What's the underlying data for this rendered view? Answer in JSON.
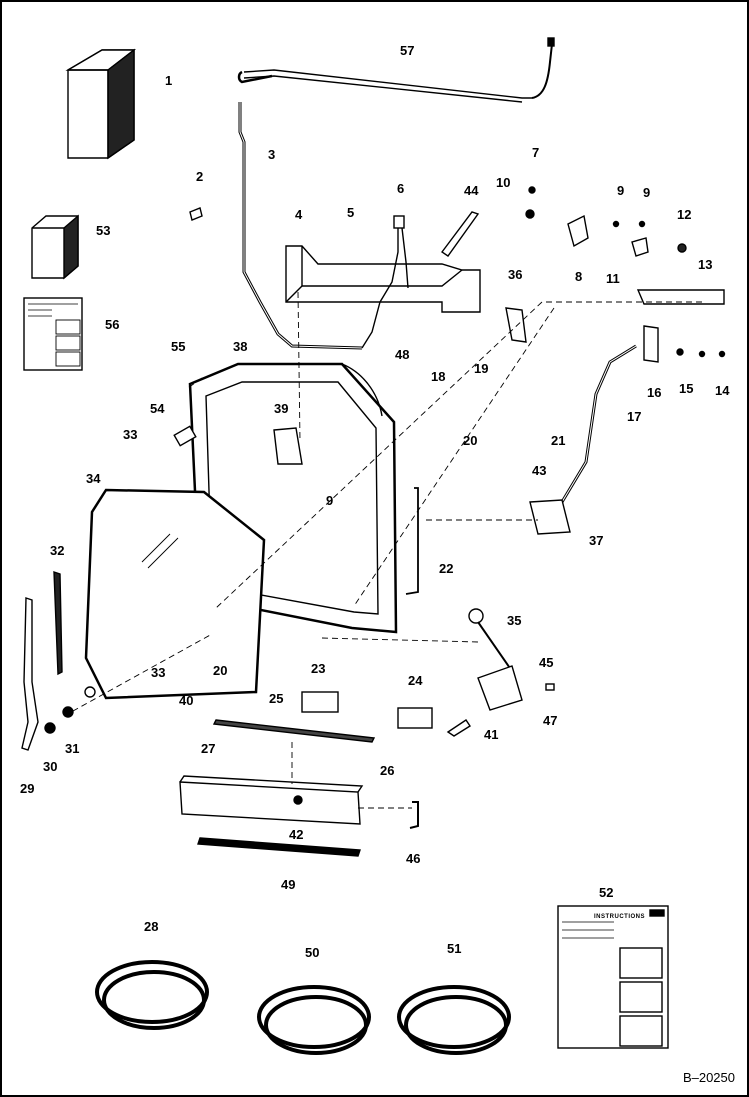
{
  "figure_id": "B–20250",
  "decal_heading": "INSTRUCTIONS",
  "part_numbers": [
    "1",
    "2",
    "3",
    "4",
    "5",
    "6",
    "7",
    "8",
    "9",
    "9",
    "9",
    "10",
    "11",
    "12",
    "13",
    "14",
    "15",
    "16",
    "17",
    "18",
    "19",
    "20",
    "20",
    "21",
    "22",
    "23",
    "24",
    "25",
    "26",
    "27",
    "28",
    "29",
    "30",
    "31",
    "32",
    "33",
    "33",
    "34",
    "35",
    "36",
    "37",
    "38",
    "39",
    "40",
    "41",
    "42",
    "43",
    "44",
    "45",
    "46",
    "47",
    "48",
    "49",
    "50",
    "51",
    "52",
    "53",
    "54",
    "55",
    "56",
    "57"
  ]
}
